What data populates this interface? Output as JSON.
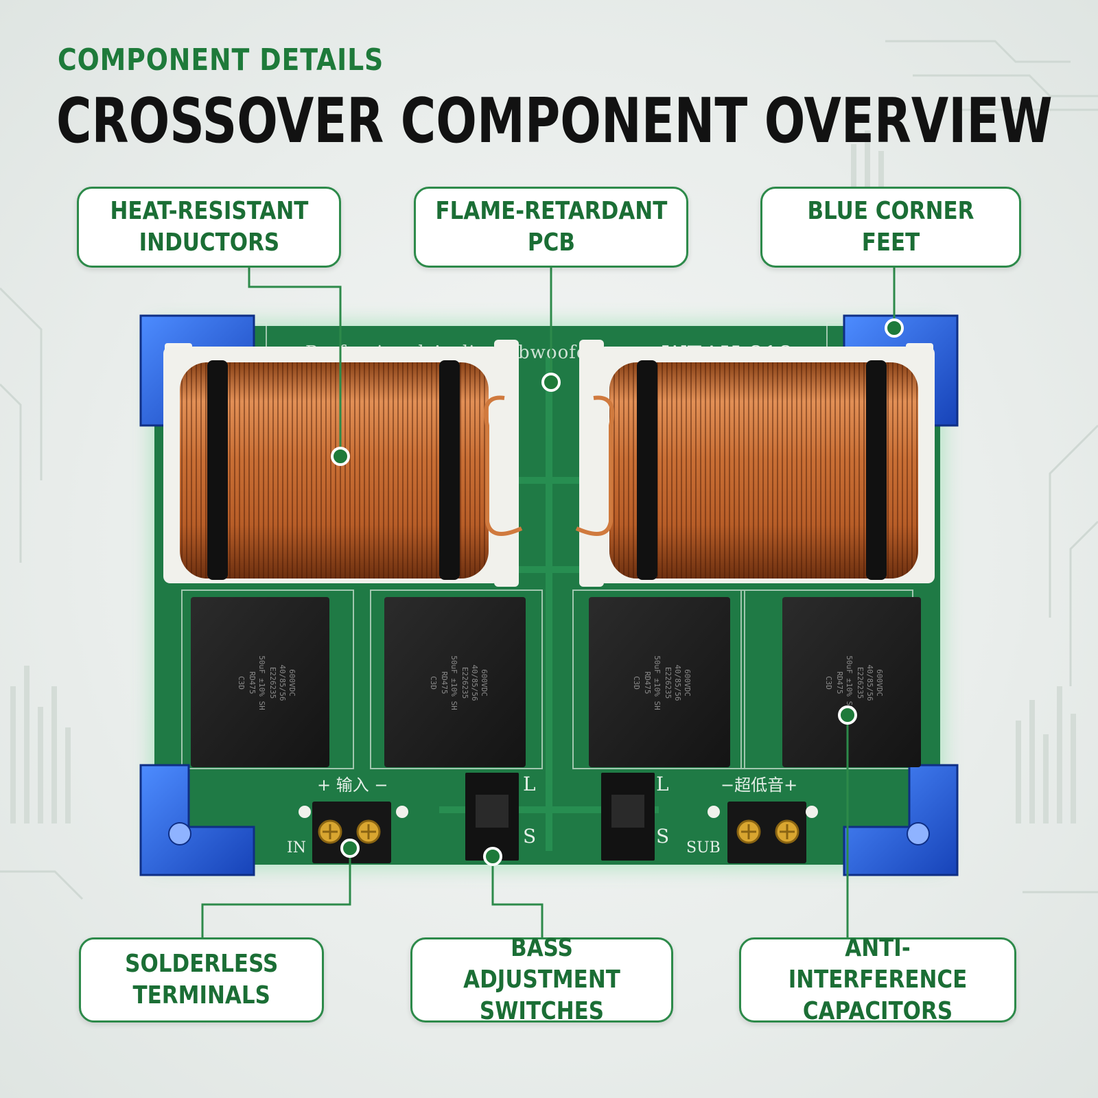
{
  "header": {
    "eyebrow": "COMPONENT DETAILS",
    "title": "CROSSOVER COMPONENT OVERVIEW"
  },
  "callouts": {
    "inductors": {
      "line1": "HEAT-RESISTANT",
      "line2": "INDUCTORS"
    },
    "pcb": {
      "line1": "FLAME-RETARDANT",
      "line2": "PCB"
    },
    "feet": {
      "line1": "BLUE CORNER FEET"
    },
    "terminals": {
      "line1": "SOLDERLESS",
      "line2": "TERMINALS"
    },
    "switches": {
      "line1": "BASS ADJUSTMENT",
      "line2": "SWITCHES"
    },
    "capacitors": {
      "line1": "ANTI-INTERFERENCE",
      "line2": "CAPACITORS"
    }
  },
  "board": {
    "silkscreen_left": "Professional Audio Subwoofer",
    "model": "WEAH-818",
    "input_marking": "+ 输入 −",
    "input_label": "IN",
    "sub_marking": "−超低音+",
    "sub_label": "SUB",
    "switch_low": "L",
    "switch_high": "S",
    "capacitor_marking": {
      "line1": "C3D",
      "line2": "50uF ±10% SH",
      "line3": "RD475",
      "line4": "600VDC",
      "line5": "40/85/56",
      "line6": "E226235"
    }
  },
  "colors": {
    "accent_green": "#2d8a4a",
    "label_green": "#1b6e35",
    "pcb_green": "#1f7a45",
    "copper": "#c8733a",
    "feet_blue": "#1e5fd6",
    "title_black": "#121212"
  }
}
